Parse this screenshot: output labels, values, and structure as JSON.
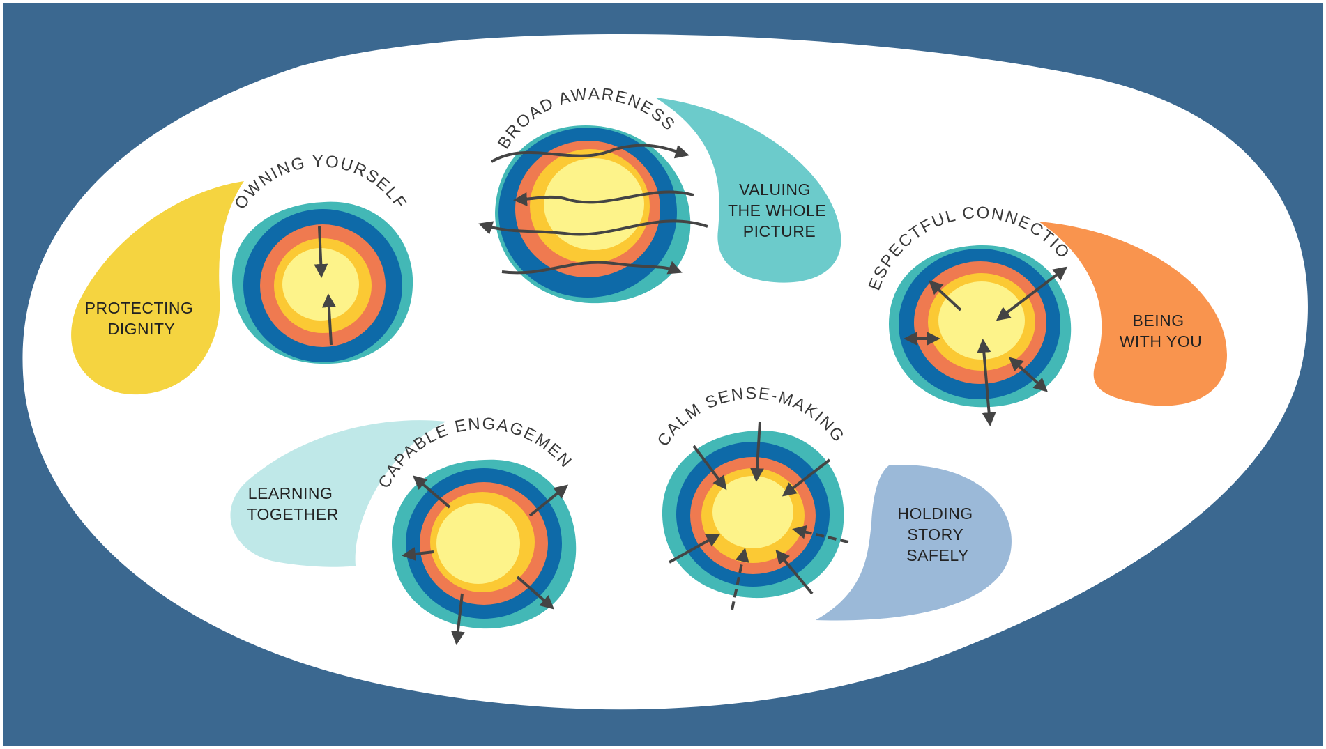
{
  "colors": {
    "background_frame": "#3b6890",
    "blob": "#ffffff",
    "ring_teal": "#43b8b6",
    "ring_blue": "#0e6aa8",
    "ring_orange": "#ef7a50",
    "ring_amber": "#fbc934",
    "core_yellow": "#fdf38a",
    "arrow": "#444444",
    "drop_yellow": "#f5d440",
    "drop_teal": "#6ccbcb",
    "drop_orange": "#f9944e",
    "drop_light_teal": "#bfe8e8",
    "drop_blue": "#9bb9d8"
  },
  "nodes": [
    {
      "id": "owning",
      "title": "OWNING YOURSELF",
      "drop_label": [
        "PROTECTING",
        "DIGNITY"
      ],
      "drop_color": "drop_yellow",
      "arrow_style": "vertical-inward"
    },
    {
      "id": "broad",
      "title": "BROAD AWARENESS",
      "drop_label": [
        "VALUING",
        "THE WHOLE",
        "PICTURE"
      ],
      "drop_color": "drop_teal",
      "arrow_style": "wavy-horizontal"
    },
    {
      "id": "respectful",
      "title": "RESPECTFUL CONNECTION",
      "drop_label": [
        "BEING",
        "WITH YOU"
      ],
      "drop_color": "drop_orange",
      "arrow_style": "bidirectional"
    },
    {
      "id": "capable",
      "title": "CAPABLE ENGAGEMENT",
      "drop_label": [
        "LEARNING",
        "TOGETHER"
      ],
      "drop_color": "drop_light_teal",
      "arrow_style": "outward"
    },
    {
      "id": "calm",
      "title": "CALM SENSE-MAKING",
      "drop_label": [
        "HOLDING",
        "STORY",
        "SAFELY"
      ],
      "drop_color": "drop_blue",
      "arrow_style": "inward"
    }
  ]
}
